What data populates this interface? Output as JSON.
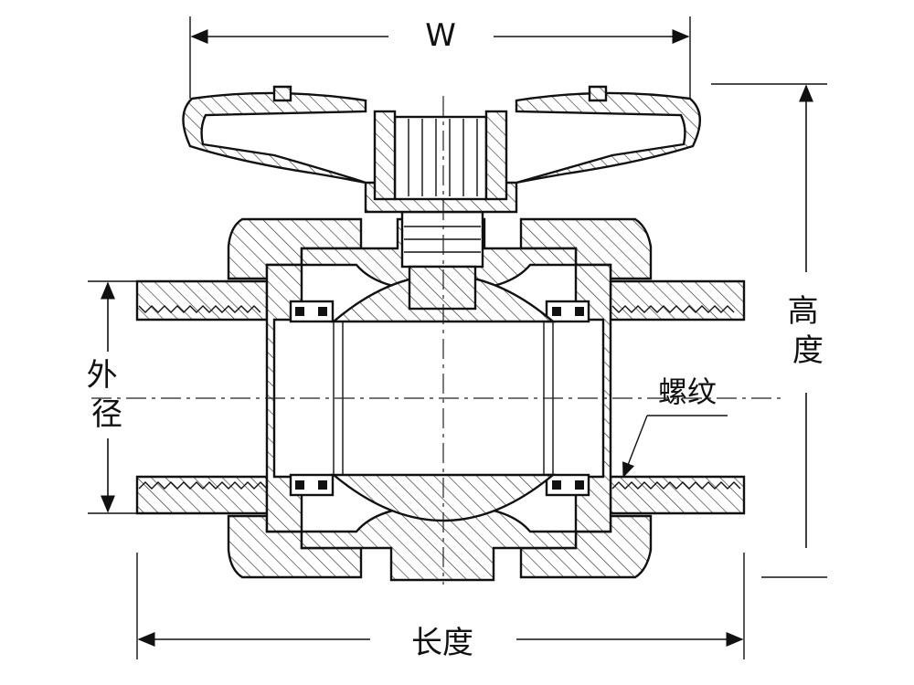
{
  "labels": {
    "width": "W",
    "height": "高度",
    "outer_diameter": "外径",
    "thread": "螺纹",
    "length": "长度"
  }
}
